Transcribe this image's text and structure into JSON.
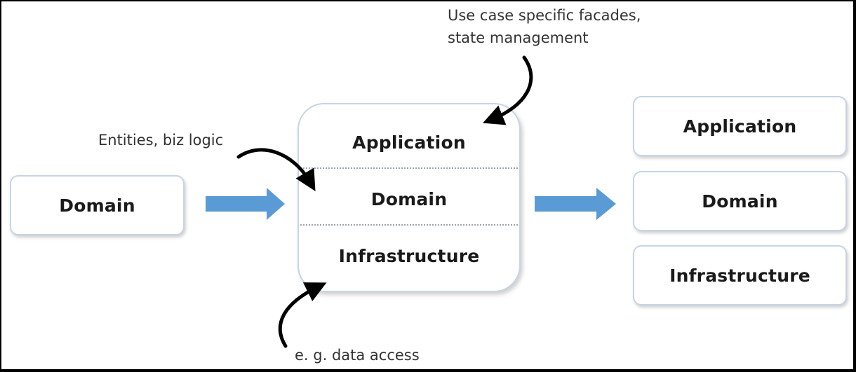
{
  "diagram": {
    "left": {
      "label": "Domain"
    },
    "center": {
      "layers": [
        "Application",
        "Domain",
        "Infrastructure"
      ]
    },
    "right": {
      "boxes": [
        "Application",
        "Domain",
        "Infrastructure"
      ]
    },
    "annotations": {
      "entities": "Entities, biz logic",
      "facades_line1": "Use case specific facades,",
      "facades_line2": "state management",
      "data_access": "e. g. data access"
    },
    "colors": {
      "box_border": "#c6d5e6",
      "flow_arrow": "#5b9bd5",
      "pointer_arrow": "#000000"
    }
  }
}
